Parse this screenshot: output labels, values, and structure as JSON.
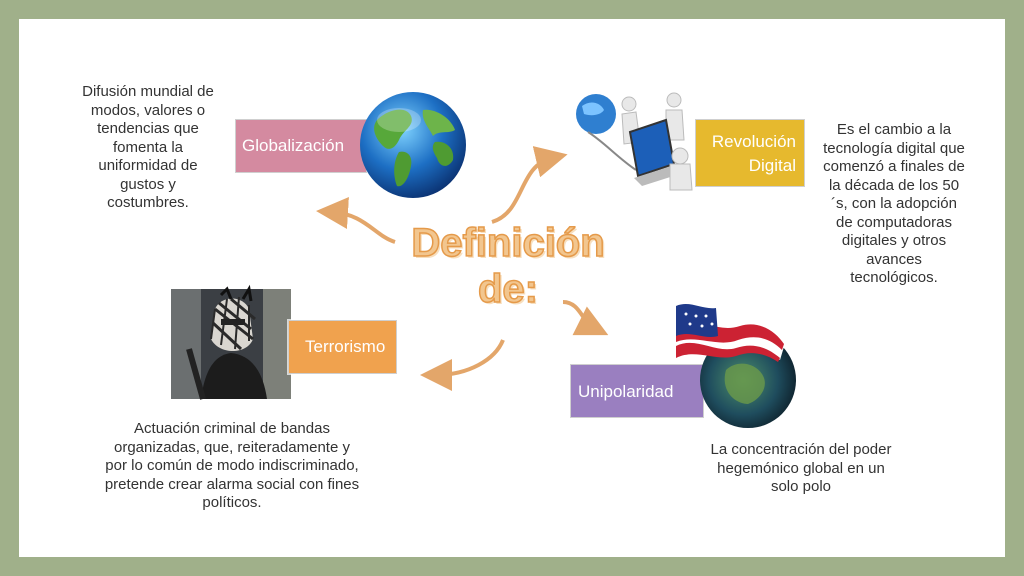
{
  "center": {
    "title_line1": "Definición",
    "title_line2": "de:"
  },
  "nodes": {
    "globalizacion": {
      "label": "Globalización",
      "description": "Difusión mundial de modos, valores o tendencias que fomenta la uniformidad de gustos y costumbres.",
      "color": "#d48aa0",
      "image": "globe-icon"
    },
    "revolucion": {
      "label_line1": "Revolución",
      "label_line2": "Digital",
      "description": "Es el cambio a la tecnología digital que comenzó a finales de la década de los 50´s, con la adopción de computadoras digitales y otros avances tecnológicos.",
      "color": "#e6b92e",
      "image": "people-computer-icon"
    },
    "terrorismo": {
      "label": "Terrorismo",
      "description": "Actuación criminal de bandas organizadas, que, reiteradamente y por lo común de modo indiscriminado, pretende crear alarma social con fines políticos.",
      "color": "#f0a24e",
      "image": "masked-person-photo"
    },
    "unipolaridad": {
      "label": "Unipolaridad",
      "description": "La concentración del poder hegemónico global en un solo polo",
      "color": "#9a7fc0",
      "image": "us-flag-globe-icon"
    }
  },
  "colors": {
    "background_frame": "#a0b08a",
    "arrow": "#e3a66a",
    "title_fill": "#f2c68f"
  }
}
